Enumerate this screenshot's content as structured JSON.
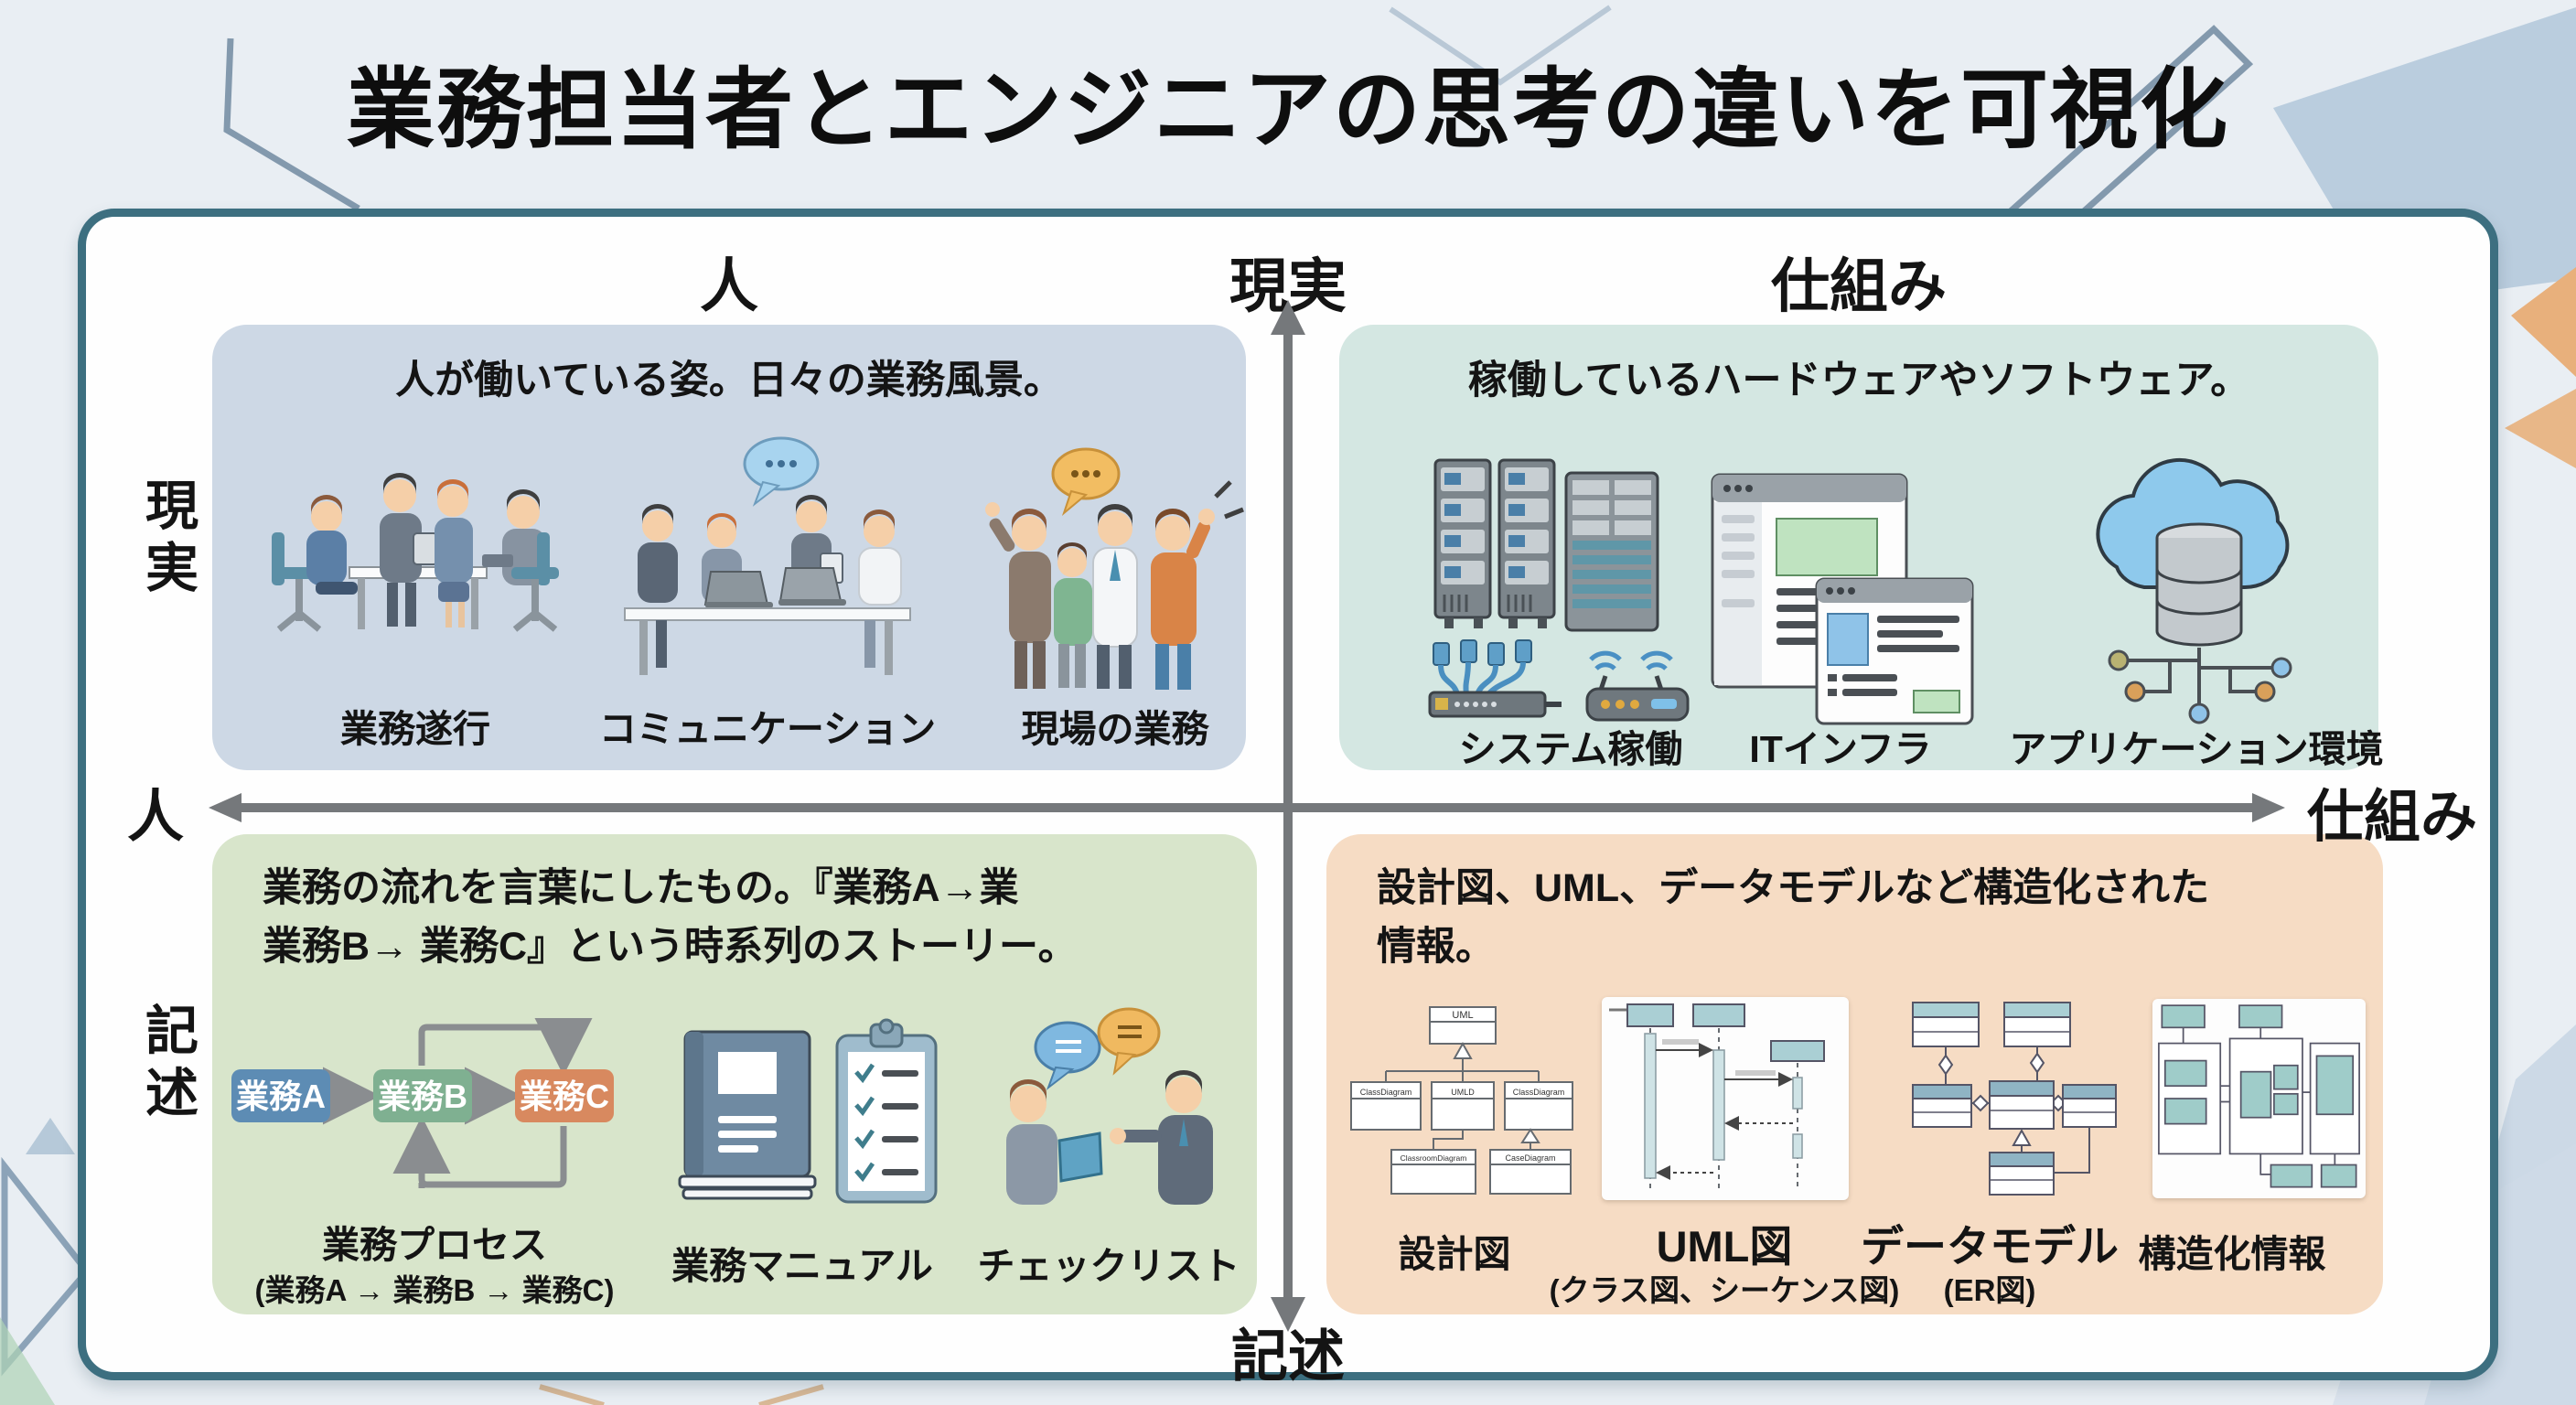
{
  "title": "業務担当者とエンジニアの思考の違いを可視化",
  "axes": {
    "top": "現実",
    "bottom": "記述",
    "left": "人",
    "right": "仕組み"
  },
  "headers": {
    "col_left": "人",
    "col_right": "仕組み",
    "row_top": "現実",
    "row_bottom": "記述"
  },
  "quadrants": {
    "top_left": {
      "description": "人が働いている姿。日々の業務風景。",
      "items": [
        {
          "label": "業務遂行",
          "icon": "meeting-icon"
        },
        {
          "label": "コミュニケーション",
          "icon": "laptop-discussion-icon"
        },
        {
          "label": "現場の業務",
          "icon": "team-icon"
        }
      ]
    },
    "top_right": {
      "description": "稼働しているハードウェアやソフトウェア。",
      "items": [
        {
          "label": "システム稼働",
          "icon": "servers-icon"
        },
        {
          "label": "ITインフラ",
          "icon": "browser-windows-icon"
        },
        {
          "label": "アプリケーション環境",
          "icon": "cloud-database-icon"
        }
      ]
    },
    "bottom_left": {
      "description_line1": "業務の流れを言葉にしたもの。『業務A→業",
      "description_line2": "業務B→ 業務C』という時系列のストーリー。",
      "flow": {
        "a": "業務A",
        "b": "業務B",
        "c": "業務C"
      },
      "items": [
        {
          "label": "業務プロセス",
          "sublabel": "(業務A → 業務B → 業務C)"
        },
        {
          "label": "業務マニュアル"
        },
        {
          "label": "チェックリスト"
        }
      ]
    },
    "bottom_right": {
      "description_line1": "設計図、UML、データモデルなど構造化された",
      "description_line2": "情報。",
      "items": [
        {
          "label": "設計図"
        },
        {
          "label": "UML図",
          "sublabel": "(クラス図、シーケンス図)"
        },
        {
          "label": "データモデル",
          "sublabel": "(ER図)"
        },
        {
          "label": "構造化情報"
        }
      ],
      "class_diagram_labels": [
        "UML",
        "ClassDiagram",
        "UMLD",
        "ClassDiagram",
        "ClassroomDiagram",
        "CaseDiagram"
      ]
    }
  },
  "colors": {
    "frame_border": "#3d6f80",
    "axis_gray": "#75787b",
    "quad_top_left": "#cdd8e5",
    "quad_top_right": "#d4e7e2",
    "quad_bottom_left": "#d8e5cb",
    "quad_bottom_right": "#f6dcc4",
    "flow_a_blue": "#5d8cb4",
    "flow_b_green": "#7fb091",
    "flow_c_orange": "#d8895f",
    "background": "#e9eef3"
  }
}
